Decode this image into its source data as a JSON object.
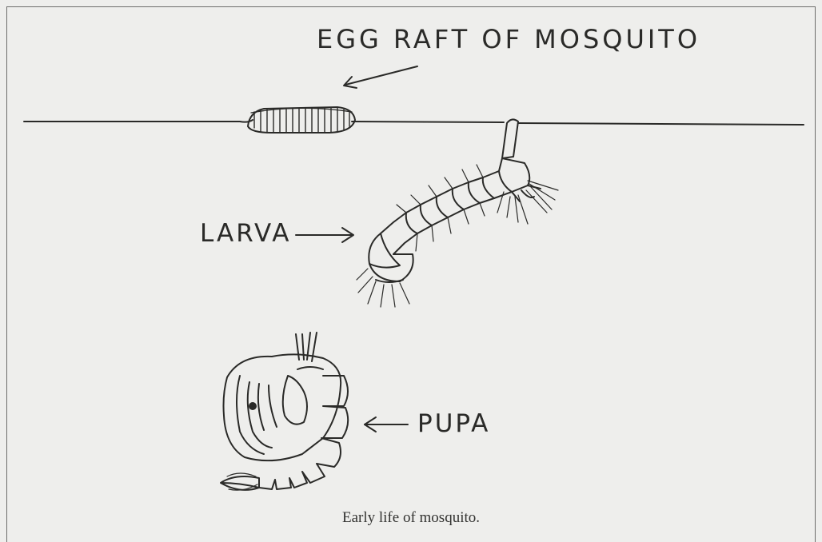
{
  "labels": {
    "egg_raft": "EGG RAFT OF MOSQUITO",
    "larva": "LARVA",
    "pupa": "PUPA"
  },
  "caption": "Early life of mosquito.",
  "icons": [
    "egg-raft-icon",
    "larva-icon",
    "pupa-icon",
    "arrow-icon"
  ],
  "colors": {
    "ink": "#2a2a28",
    "paper": "#eeeeec"
  }
}
